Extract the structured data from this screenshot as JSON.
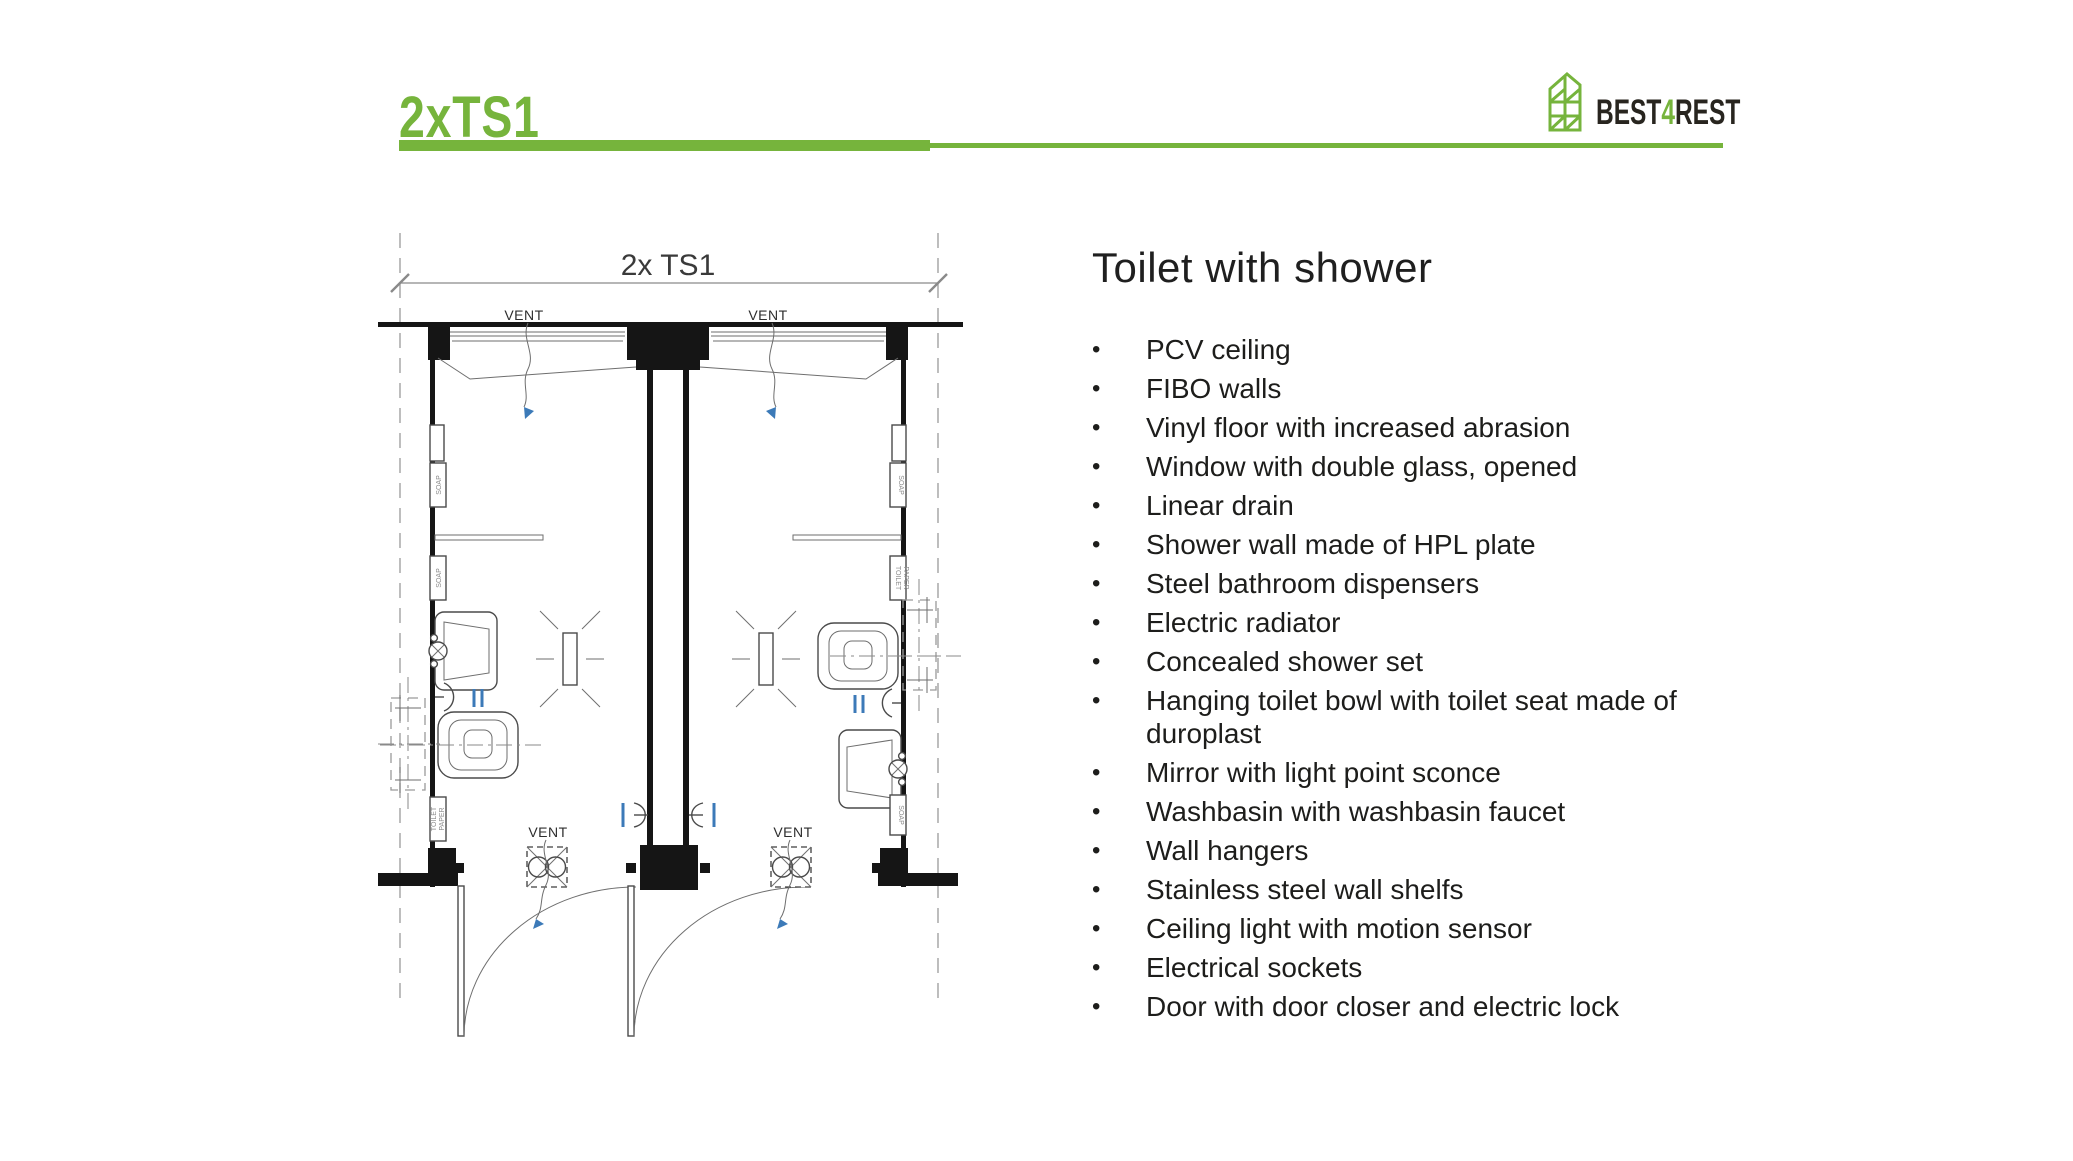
{
  "header": {
    "title": "2xTS1",
    "brand_prefix": "BEST",
    "brand_number": "4",
    "brand_suffix": "REST"
  },
  "plan": {
    "dimension_label": "2x TS1",
    "vent_label": "VENT",
    "soap_label": "SOAP",
    "toilet_paper_line1": "TOILET",
    "toilet_paper_line2": "PAPER"
  },
  "content": {
    "heading": "Toilet with shower",
    "bullet_glyph": "•",
    "features": [
      "PCV ceiling",
      "FIBO walls",
      "Vinyl floor with increased abrasion",
      "Window with double glass, opened",
      "Linear drain",
      "Shower wall made of HPL plate",
      "Steel bathroom dispensers",
      "Electric radiator",
      "Concealed shower set",
      "Hanging toilet bowl with toilet seat made of duroplast",
      "Mirror with light point sconce",
      "Washbasin with washbasin faucet",
      "Wall hangers",
      "Stainless steel wall shelfs",
      "Ceiling light with motion sensor",
      "Electrical sockets",
      "Door with door closer and electric lock"
    ]
  },
  "colors": {
    "accent_green": "#76b43c",
    "ink": "#1d1d1b",
    "marker_blue": "#3c7ab8"
  }
}
